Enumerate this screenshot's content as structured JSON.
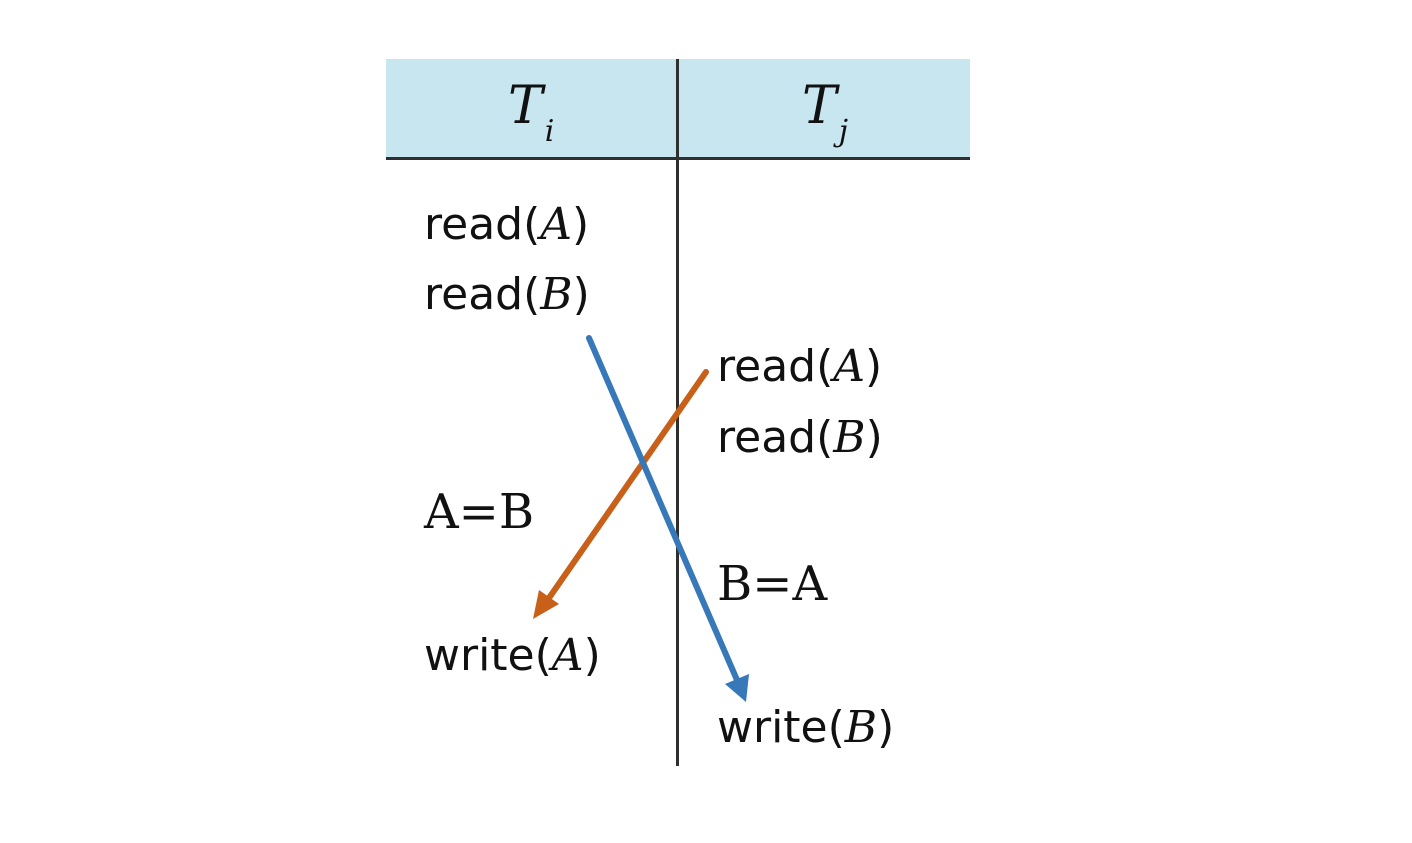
{
  "columns": [
    {
      "name": "T",
      "sub": "i"
    },
    {
      "name": "T",
      "sub": "j"
    }
  ],
  "ti": {
    "op1": {
      "fn": "read",
      "arg": "A"
    },
    "op2": {
      "fn": "read",
      "arg": "B"
    },
    "assign": "A=B",
    "op3": {
      "fn": "write",
      "arg": "A"
    }
  },
  "tj": {
    "op1": {
      "fn": "read",
      "arg": "A"
    },
    "op2": {
      "fn": "read",
      "arg": "B"
    },
    "assign": "B=A",
    "op3": {
      "fn": "write",
      "arg": "B"
    }
  },
  "colors": {
    "header_bg": "#c8e6ef",
    "rule": "#2f2f2f",
    "arrow_orange": "#c8601a",
    "arrow_blue": "#3678b8"
  }
}
